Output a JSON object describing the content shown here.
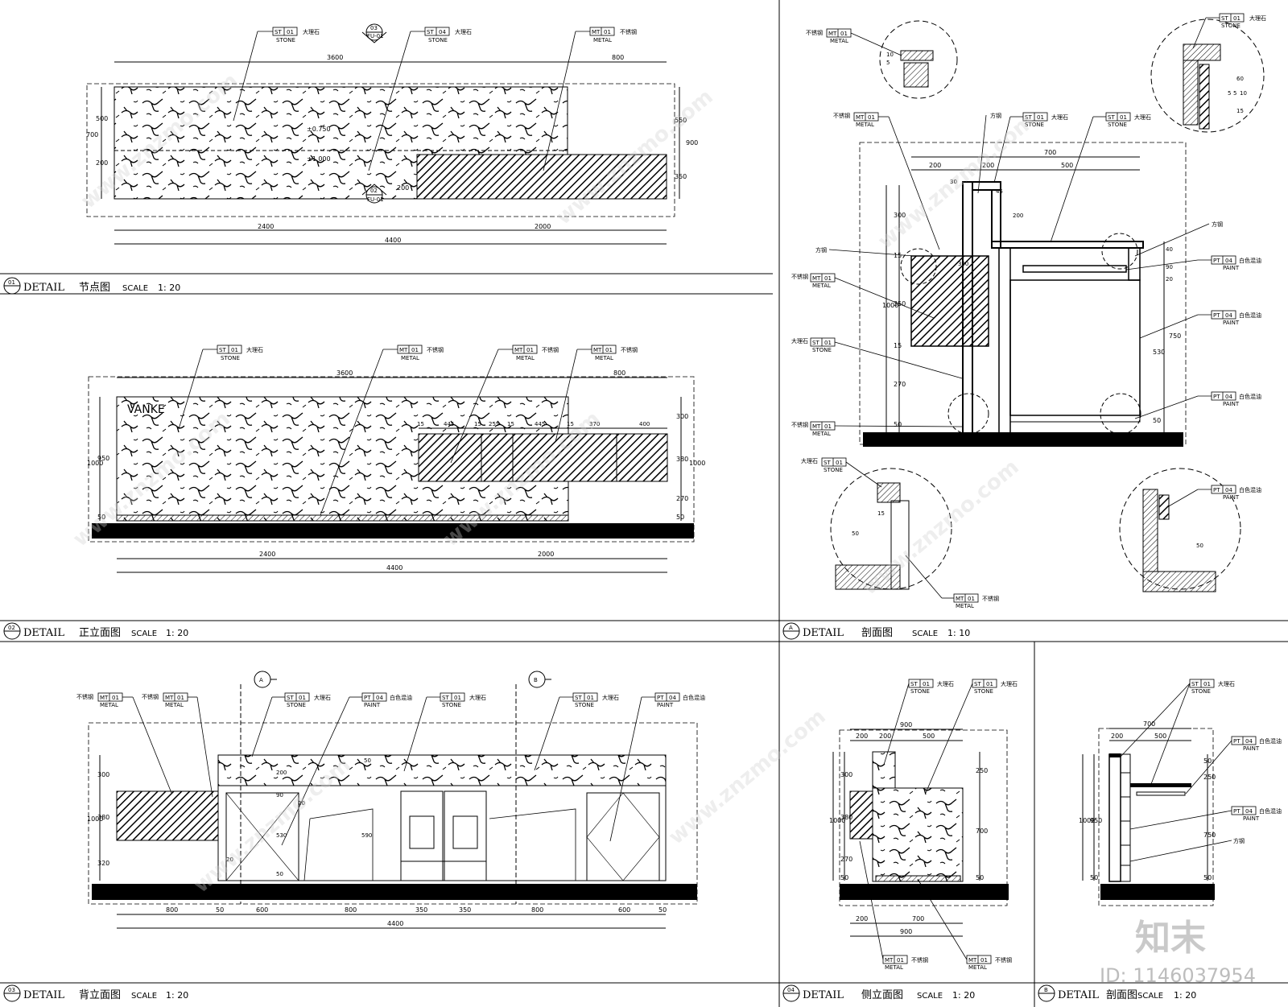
{
  "sheet": {
    "brand_mark": "知末",
    "id_text": "ID: 1146037954",
    "watermark": "www.znzmo.com"
  },
  "panels": {
    "p01": {
      "number": "01",
      "label": "DETAIL",
      "title": "节点图",
      "scale_label": "SCALE",
      "scale": "1: 20"
    },
    "p02": {
      "number": "02",
      "label": "DETAIL",
      "title": "正立面图",
      "scale_label": "SCALE",
      "scale": "1: 20"
    },
    "p03": {
      "number": "03",
      "label": "DETAIL",
      "title": "背立面图",
      "scale_label": "SCALE",
      "scale": "1: 20"
    },
    "pA": {
      "number": "A",
      "label": "DETAIL",
      "title": "剖面图",
      "scale_label": "SCALE",
      "scale": "1: 10"
    },
    "p04": {
      "number": "04",
      "label": "DETAIL",
      "title": "侧立面图",
      "scale_label": "SCALE",
      "scale": "1: 20"
    },
    "pB": {
      "number": "B",
      "label": "DETAIL",
      "title": "剖面图",
      "scale_label": "SCALE",
      "scale": "1: 20"
    }
  },
  "tags": {
    "st01": {
      "code": "ST",
      "num": "01",
      "sub": "STONE",
      "cn": "大理石"
    },
    "st04": {
      "code": "ST",
      "num": "04",
      "sub": "STONE",
      "cn": "大理石"
    },
    "mt01": {
      "code": "MT",
      "num": "01",
      "sub": "METAL",
      "cn": "不锈钢"
    },
    "pt04": {
      "code": "PT",
      "num": "04",
      "sub": "PAINT",
      "cn": "白色混油"
    },
    "fangang": "方钢"
  },
  "callouts": {
    "c03": {
      "top": "03",
      "bottom": "FU-01"
    },
    "c02": {
      "top": "02",
      "bottom": "FU-01"
    },
    "cA": {
      "top": "A"
    },
    "cB": {
      "top": "B"
    }
  },
  "p01_dims": {
    "top_a": "3600",
    "top_b": "800",
    "bot_a": "2400",
    "bot_b": "2000",
    "total": "4400",
    "left_total": "700",
    "left_a": "500",
    "left_b": "200",
    "right_a": "550",
    "right_total": "900",
    "right_b": "350",
    "step": "200",
    "level_a": "±0.750",
    "level_b": "±1.000"
  },
  "p02_dims": {
    "top_a": "3600",
    "top_b": "800",
    "bot_a": "2400",
    "bot_b": "2000",
    "total": "4400",
    "left_total": "1000",
    "left_a": "950",
    "left_b": "50",
    "right_a": "300",
    "right_b": "380",
    "right_c": "270",
    "right_d": "50",
    "right_total": "1000",
    "div": [
      "15",
      "445",
      "15",
      "255",
      "15",
      "445",
      "15",
      "370",
      "400"
    ],
    "logo": "VANKE"
  },
  "p03_dims": {
    "bottom": [
      "800",
      "50",
      "600",
      "800",
      "350",
      "350",
      "800",
      "600",
      "50"
    ],
    "total": "4400",
    "left_total": "1000",
    "left_a": "300",
    "left_b": "380",
    "left_c": "320",
    "inner": [
      "50",
      "200",
      "90",
      "20",
      "530",
      "590",
      "20",
      "50"
    ]
  },
  "pA_dims": {
    "top_total": "700",
    "top_a": "200",
    "top_b": "500",
    "top_c": "200",
    "left": [
      "300",
      "15",
      "350",
      "15",
      "270",
      "50"
    ],
    "left_total": "1000",
    "right": [
      "40",
      "90",
      "20",
      "750",
      "530",
      "50"
    ],
    "inset1": [
      "5",
      "10"
    ],
    "inset2": [
      "60",
      "15",
      "5",
      "10",
      "5"
    ],
    "inset3": [
      "15",
      "50"
    ],
    "inset4": [
      "50"
    ],
    "small": [
      "45",
      "200",
      "300",
      "30"
    ]
  },
  "p04_dims": {
    "top_total": "900",
    "top_a": "200",
    "top_b": "200",
    "top_c": "500",
    "left_total": "1000",
    "left": [
      "300",
      "380",
      "270",
      "50"
    ],
    "right": [
      "250",
      "700",
      "50"
    ],
    "bot_a": "200",
    "bot_b": "700",
    "bot_total": "900"
  },
  "pB_dims": {
    "top_total": "700",
    "top_a": "200",
    "top_b": "500",
    "left_total": "1000",
    "left": [
      "950",
      "50"
    ],
    "right": [
      "50",
      "250",
      "750",
      "50"
    ]
  }
}
